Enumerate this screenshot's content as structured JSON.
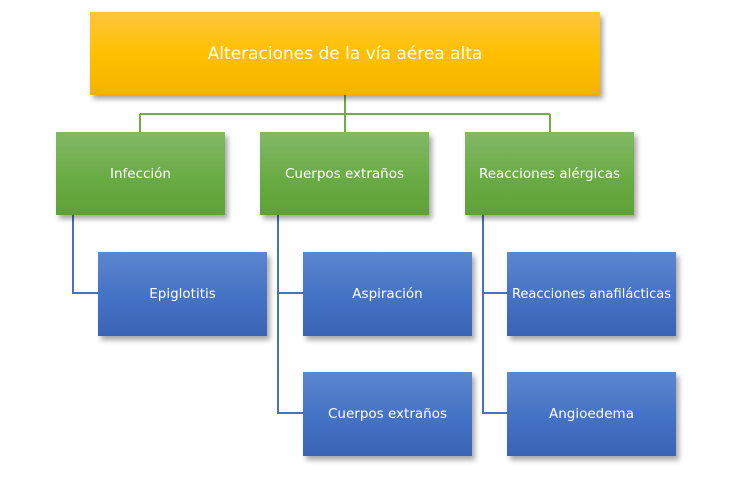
{
  "root": {
    "label": "Alteraciones de la vía aérea alta"
  },
  "categories": [
    {
      "label": "Infección",
      "children": [
        {
          "label": "Epiglotitis"
        }
      ]
    },
    {
      "label": "Cuerpos extraños",
      "children": [
        {
          "label": "Aspiración"
        },
        {
          "label": "Cuerpos extraños"
        }
      ]
    },
    {
      "label": "Reacciones alérgicas",
      "children": [
        {
          "label": "Reacciones anafilácticas"
        },
        {
          "label": "Angioedema"
        }
      ]
    }
  ],
  "colors": {
    "root": "#ffc000",
    "category": "#70ad47",
    "leaf": "#4472c4"
  }
}
